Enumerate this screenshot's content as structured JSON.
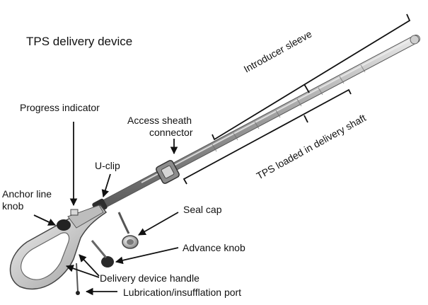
{
  "title": "TPS delivery device",
  "labels": {
    "introducer_sleeve": "Introducer sleeve",
    "tps_loaded": "TPS loaded in delivery shaft",
    "progress_indicator": "Progress indicator",
    "access_sheath_line1": "Access sheath",
    "access_sheath_line2": "connector",
    "u_clip": "U-clip",
    "anchor_line1": "Anchor line",
    "anchor_line2": "knob",
    "seal_cap": "Seal cap",
    "advance_knob": "Advance knob",
    "handle": "Delivery device handle",
    "port": "Lubrication/insufflation port"
  }
}
